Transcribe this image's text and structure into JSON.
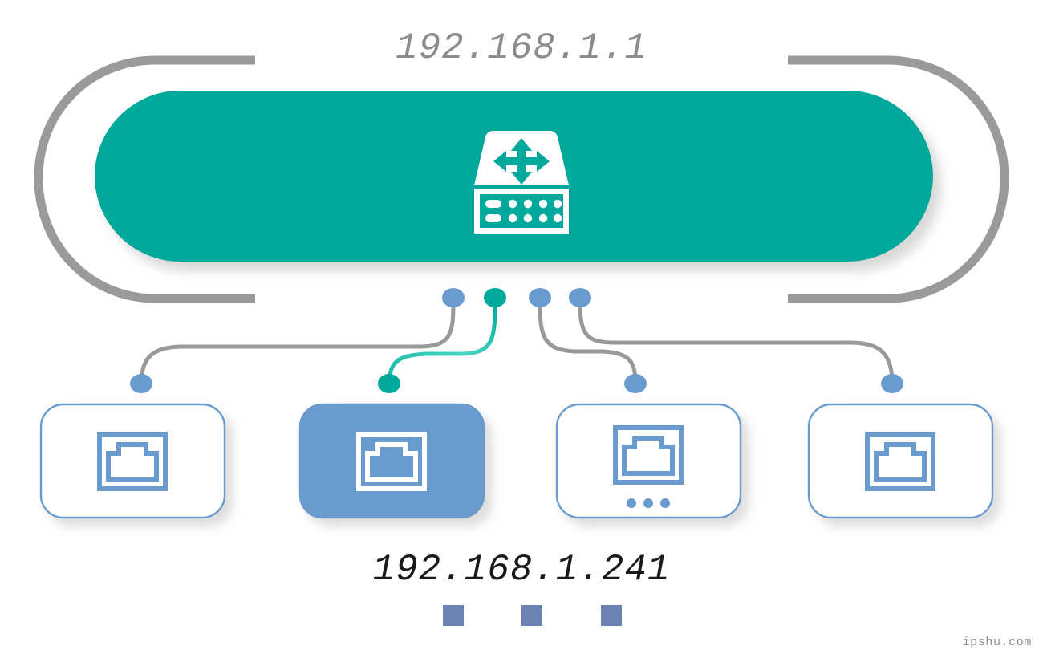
{
  "diagram": {
    "type": "network-topology",
    "title_gateway_ip": "192.168.1.1",
    "selected_host_ip": "192.168.1.241",
    "watermark": "ipshu.com",
    "colors": {
      "teal": "#00a99b",
      "teal_light": "#49cfbe",
      "blue": "#6a9bce",
      "blue_square": "#6a83b3",
      "gray_line": "#999999",
      "bracket_gray": "#9a9a9a",
      "label_gray": "#8c8c8c",
      "label_black": "#1a1a1a",
      "white": "#ffffff",
      "shadow": "#e6e6e6"
    },
    "switch": {
      "label": "192.168.1.1",
      "icon": "network-switch-icon",
      "shape": "pill",
      "fill": "#00a99b",
      "bracket_left": "left-bracket",
      "bracket_right": "right-bracket"
    },
    "uplink_ports": [
      {
        "index": 1,
        "color": "#6a9bce",
        "state": "idle"
      },
      {
        "index": 2,
        "color": "#00a99b",
        "state": "active"
      },
      {
        "index": 3,
        "color": "#6a9bce",
        "state": "idle"
      },
      {
        "index": 4,
        "color": "#6a9bce",
        "state": "idle"
      }
    ],
    "links": [
      {
        "index": 1,
        "from_port": 1,
        "to_device": 1,
        "color": "#999999",
        "state": "idle"
      },
      {
        "index": 2,
        "from_port": 2,
        "to_device": 2,
        "color": "#49cfbe",
        "state": "active"
      },
      {
        "index": 3,
        "from_port": 3,
        "to_device": 3,
        "color": "#999999",
        "state": "idle"
      },
      {
        "index": 4,
        "from_port": 4,
        "to_device": 4,
        "color": "#999999",
        "state": "idle"
      }
    ],
    "devices": [
      {
        "index": 1,
        "name": "device-1",
        "icon": "ethernet-port-icon",
        "selected": false,
        "has_ellipsis": false,
        "fill": "#ffffff",
        "stroke": "#6a9bce",
        "icon_color": "#6a9bce"
      },
      {
        "index": 2,
        "name": "device-2-selected",
        "icon": "ethernet-port-icon",
        "selected": true,
        "has_ellipsis": false,
        "fill": "#6a9bce",
        "stroke": "#6a9bce",
        "icon_color": "#ffffff",
        "label": "192.168.1.241"
      },
      {
        "index": 3,
        "name": "device-3",
        "icon": "ethernet-port-icon",
        "selected": false,
        "has_ellipsis": true,
        "fill": "#ffffff",
        "stroke": "#6a9bce",
        "icon_color": "#6a9bce"
      },
      {
        "index": 4,
        "name": "device-4",
        "icon": "ethernet-port-icon",
        "selected": false,
        "has_ellipsis": false,
        "fill": "#ffffff",
        "stroke": "#6a9bce",
        "icon_color": "#6a9bce"
      }
    ],
    "host_indicators": [
      {
        "index": 1,
        "color": "#6a83b3"
      },
      {
        "index": 2,
        "color": "#6a83b3"
      },
      {
        "index": 3,
        "color": "#6a83b3"
      }
    ]
  }
}
